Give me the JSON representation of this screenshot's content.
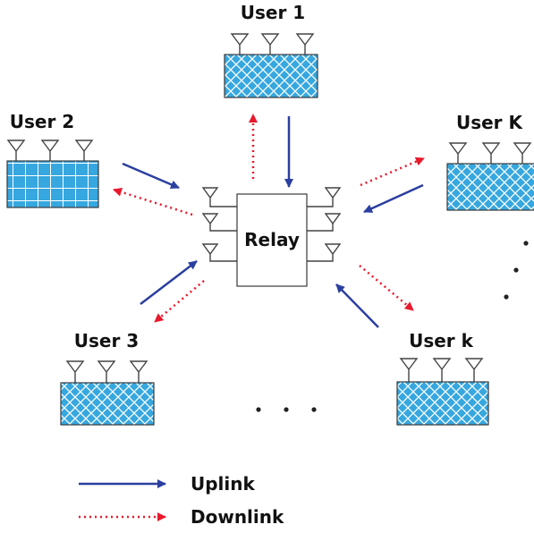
{
  "labels": {
    "user1": "User 1",
    "user2": "User 2",
    "userK": "User K",
    "user3": "User 3",
    "userk": "User k",
    "relay": "Relay"
  },
  "legend": {
    "uplink": "Uplink",
    "downlink": "Downlink"
  },
  "colors": {
    "uplink": "#2a3f9f",
    "downlink": "#e8192c",
    "user_fill": "#36a7df",
    "lattice": "#ffffff",
    "relay_fill": "#ffffff",
    "outline": "#3a3a3a"
  },
  "icons": {
    "user_antenna": "antenna-icon",
    "continuation": "ellipsis-dots"
  }
}
